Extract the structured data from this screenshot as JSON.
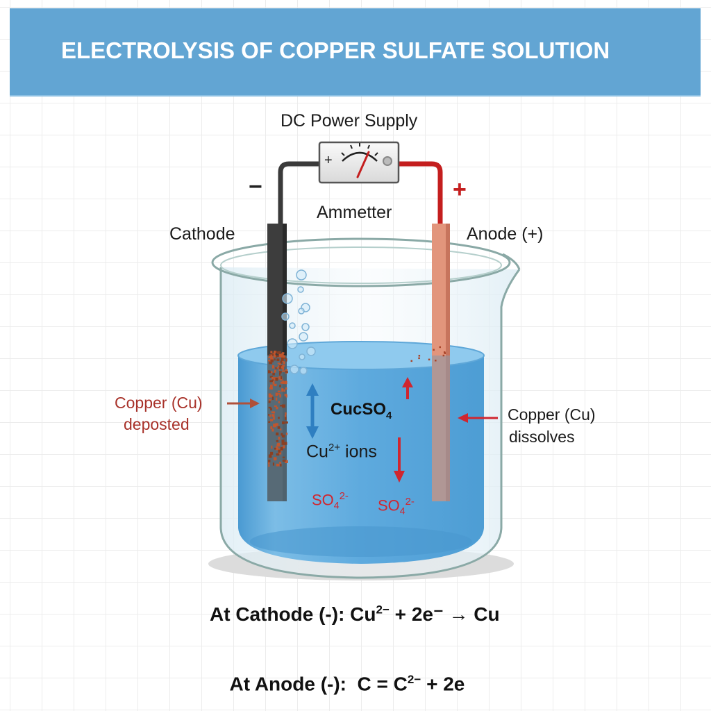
{
  "header": {
    "title": "ELECTROLYSIS OF COPPER SULFATE SOLUTION",
    "background_color": "#62a5d3"
  },
  "circuit": {
    "power_supply_label": "DC Power Supply",
    "ammeter_label": "Ammetter",
    "meter_plus_symbol": "+",
    "negative_terminal_symbol": "−",
    "positive_terminal_symbol": "+",
    "negative_wire_color": "#3a3a3a",
    "positive_wire_color": "#c41e1e"
  },
  "electrodes": {
    "cathode": {
      "label": "Cathode",
      "color": "#3d3d3d"
    },
    "anode": {
      "label": "Anode (+)",
      "color": "#e2957c"
    }
  },
  "solution": {
    "formula_main": "CucSO",
    "formula_sub": "4",
    "cu_ion_base": "Cu",
    "cu_ion_charge": "2+",
    "cu_ion_suffix": " ions",
    "sulfate_ions": [
      {
        "base": "SO",
        "sub": "4",
        "charge": "2-"
      },
      {
        "base": "SO",
        "sub": "4",
        "charge": "2-"
      }
    ],
    "liquid_color": "#5aa9dc"
  },
  "annotations": {
    "copper_deposited": {
      "line1": "Copper (Cu)",
      "line2": "deposted",
      "color": "#a8322a"
    },
    "copper_dissolves": {
      "line1": "Copper (Cu)",
      "line2": "dissolves",
      "color": "#1a1a1a"
    }
  },
  "equations": {
    "cathode": {
      "prefix": "At Cathode (-): Cu",
      "charge": "2−",
      "rest": " + 2e⁻ → Cu"
    },
    "anode": {
      "prefix": "At Anode (-):  C = C",
      "charge": "2−",
      "rest": " + 2e"
    }
  }
}
